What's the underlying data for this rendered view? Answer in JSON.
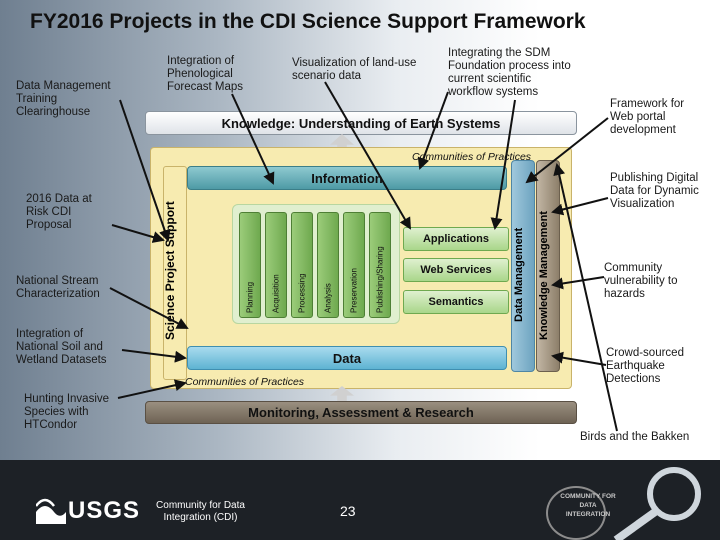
{
  "title": "FY2016 Projects in the CDI Science Support Framework",
  "left_labels": {
    "data_mgmt": "Data Management Training Clearinghouse",
    "risk": "2016 Data at Risk CDI Proposal",
    "stream": "National Stream Characterization",
    "soil": "Integration of National Soil and Wetland Datasets",
    "invasive": "Hunting Invasive Species with HTCondor"
  },
  "top_labels": {
    "phenological": "Integration of Phenological Forecast Maps",
    "landuse": "Visualization of land-use scenario data",
    "sdm": "Integrating the SDM Foundation process into current scientific workflow systems"
  },
  "right_labels": {
    "portal": "Framework for Web portal development",
    "publishing": "Publishing Digital Data for Dynamic Visualization",
    "community": "Community vulnerability to hazards",
    "crowd": "Crowd-sourced Earthquake Detections",
    "birds": "Birds and the Bakken"
  },
  "diagram": {
    "knowledge": "Knowledge: Understanding of Earth Systems",
    "communities_top": "Communities of Practices",
    "information": "Information",
    "science_support": "Science Project Support",
    "columns": [
      "Planning",
      "Acquisition",
      "Processing",
      "Analysis",
      "Preservation",
      "Publishing/Sharing"
    ],
    "boxes": [
      "Applications",
      "Web Services",
      "Semantics"
    ],
    "data_management": "Data Management",
    "knowledge_management": "Knowledge Management",
    "data": "Data",
    "communities_bottom": "Communities of Practices",
    "monitoring": "Monitoring, Assessment & Research"
  },
  "footer": {
    "usgs": "USGS",
    "cdi": "Community for Data Integration (CDI)",
    "page": "23",
    "logo_text": "COMMUNITY FOR DATA INTEGRATION"
  }
}
